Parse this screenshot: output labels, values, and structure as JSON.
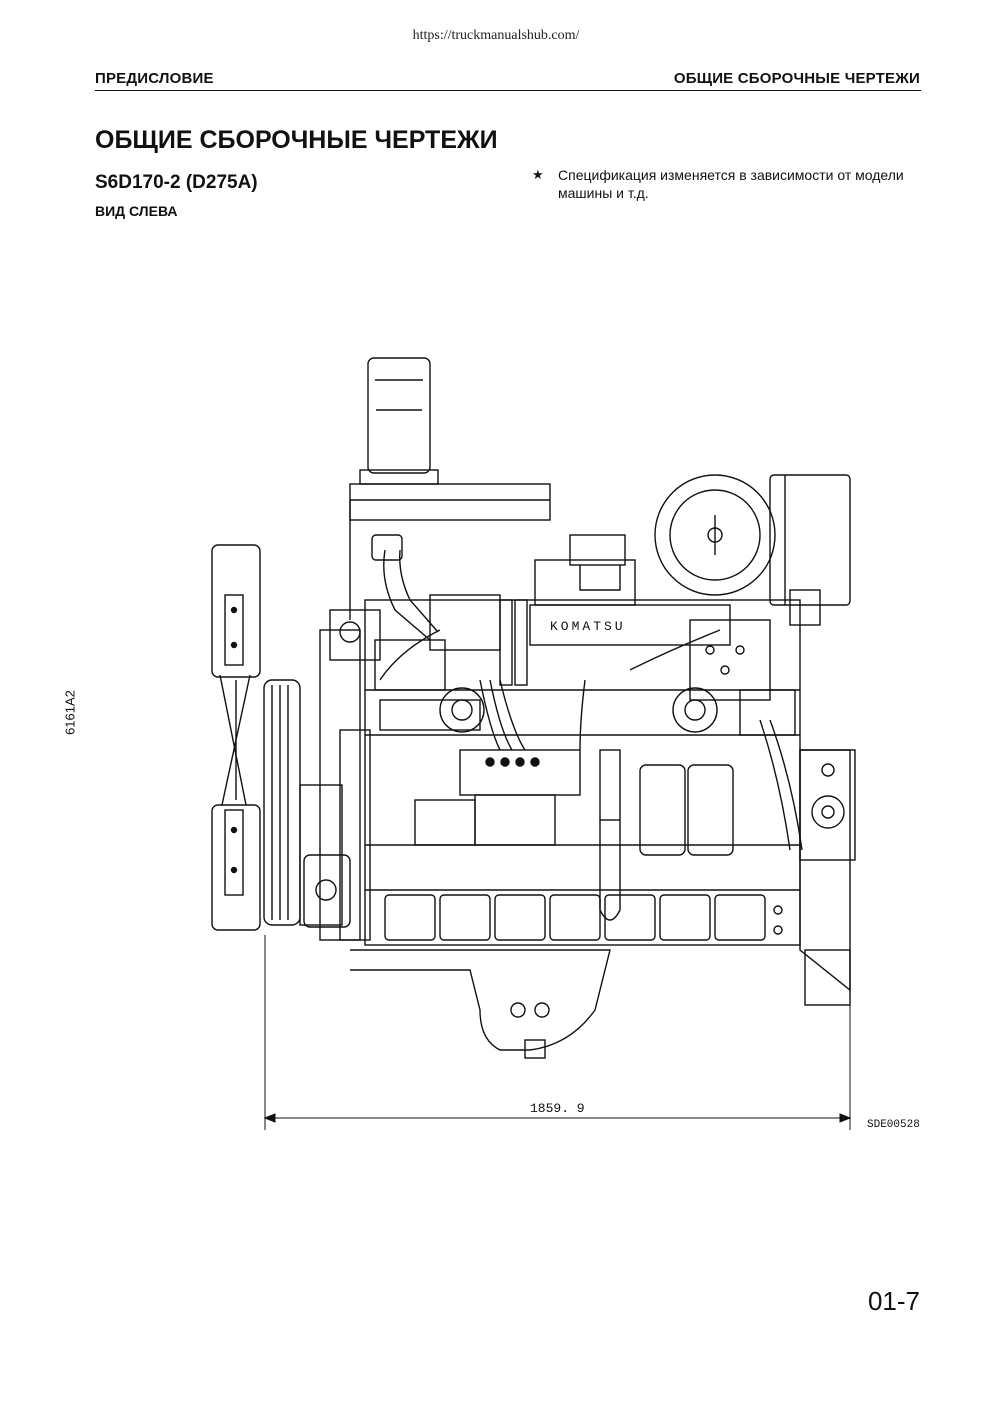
{
  "header": {
    "url": "https://truckmanualshub.com/",
    "section_left": "ПРЕДИСЛОВИЕ",
    "section_right": "ОБЩИЕ СБОРОЧНЫЕ ЧЕРТЕЖИ"
  },
  "content": {
    "title": "ОБЩИЕ СБОРОЧНЫЕ ЧЕРТЕЖИ",
    "model": "S6D170-2 (D275A)",
    "view": "ВИД СЛЕВА",
    "note_star": "★",
    "note": "Спецификация изменяется в зависимости от модели машины и т.д."
  },
  "drawing": {
    "brand_label": "KOMATSU",
    "dimension": "1859. 9",
    "drawing_code": "SDE00528"
  },
  "side_code": "6161A2",
  "footer": {
    "page_number": "01-7"
  }
}
